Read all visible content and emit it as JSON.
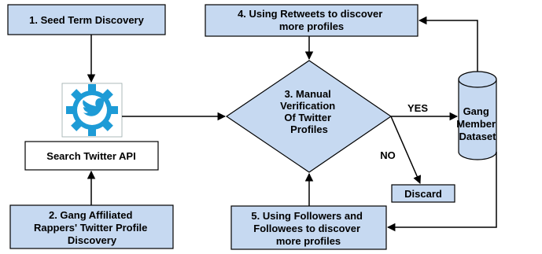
{
  "nodes": {
    "seed": {
      "lines": [
        "1. Seed Term Discovery"
      ]
    },
    "retweets": {
      "lines": [
        "4. Using Retweets to discover",
        "more profiles"
      ]
    },
    "verification": {
      "lines": [
        "3. Manual",
        "Verification",
        "Of Twitter",
        "Profiles"
      ]
    },
    "dataset": {
      "lines": [
        "Gang",
        "Member",
        "Dataset"
      ]
    },
    "search": {
      "lines": [
        "Search Twitter API"
      ]
    },
    "rappers": {
      "lines": [
        "2. Gang Affiliated",
        "Rappers' Twitter Profile",
        "Discovery"
      ]
    },
    "discard": {
      "lines": [
        "Discard"
      ]
    },
    "followers": {
      "lines": [
        "5. Using Followers and",
        "Followees to discover",
        "more profiles"
      ]
    }
  },
  "edge_labels": {
    "yes": "YES",
    "no": "NO"
  },
  "icons": {
    "twitter": "twitter-bird-gear-icon"
  },
  "colors": {
    "box_fill": "#c6d9f1",
    "icon_blue": "#1d9bd6"
  }
}
